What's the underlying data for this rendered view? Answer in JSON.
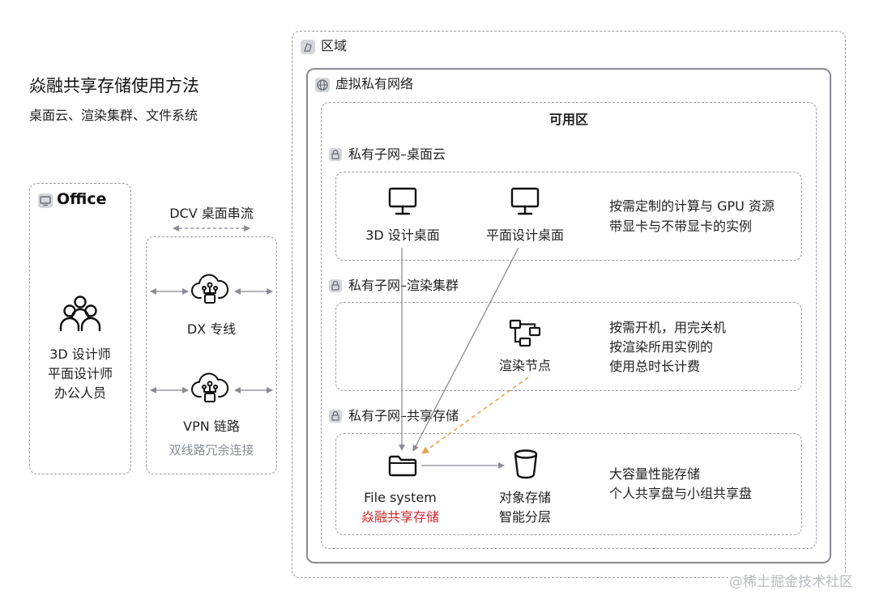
{
  "title": "焱融共享存储使用方法",
  "subtitle": "桌面云、渲染集群、文件系统",
  "office": {
    "label": "Office",
    "people": [
      "3D 设计师",
      "平面设计师",
      "办公人员"
    ]
  },
  "connection": {
    "dcv_label": "DCV 桌面串流",
    "dx_label": "DX 专线",
    "vpn_label": "VPN 链路",
    "redundant_label": "双线路冗余连接"
  },
  "region": {
    "label": "区域",
    "vpc_label": "虚拟私有网络",
    "az_label": "可用区"
  },
  "subnets": {
    "desktop": {
      "label": "私有子网–桌面云",
      "items": [
        "3D 设计桌面",
        "平面设计桌面"
      ],
      "desc": [
        "按需定制的计算与 GPU 资源",
        "带显卡与不带显卡的实例"
      ]
    },
    "render": {
      "label": "私有子网–渲染集群",
      "node_label": "渲染节点",
      "desc": [
        "按需开机，用完关机",
        "按渲染所用实例的",
        "使用总时长计费"
      ]
    },
    "storage": {
      "label": "私有子网–共享存储",
      "fs_label": "File system",
      "fs_sub": "焱融共享存储",
      "obj_label": [
        "对象存储",
        "智能分层"
      ],
      "desc": [
        "大容量性能存储",
        "个人共享盘与小组共享盘"
      ]
    }
  },
  "watermark": "@稀土掘金技术社区",
  "colors": {
    "accent_red": "#d0262c",
    "orange_arrow": "#e8a04a",
    "gray_line": "#8c8c94",
    "muted_text": "#8a8f99"
  }
}
